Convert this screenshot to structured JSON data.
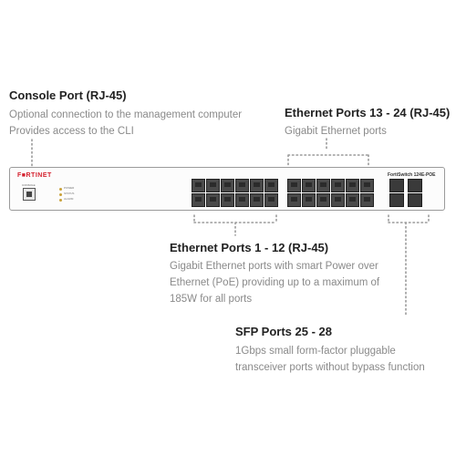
{
  "callouts": {
    "console": {
      "title": "Console Port (RJ-45)",
      "desc1": "Optional connection to the management computer",
      "desc2": "Provides access to the CLI"
    },
    "eth_13_24": {
      "title": "Ethernet Ports 13 - 24 (RJ-45)",
      "desc1": "Gigabit Ethernet ports"
    },
    "eth_1_12": {
      "title": "Ethernet Ports 1 - 12 (RJ-45)",
      "desc1": "Gigabit Ethernet ports with smart Power over",
      "desc2": "Ethernet (PoE) providing up to a maximum of",
      "desc3": "185W for all ports"
    },
    "sfp": {
      "title": "SFP Ports 25 - 28",
      "desc1": "1Gbps small form-factor pluggable",
      "desc2": "transceiver ports without bypass function"
    }
  },
  "device": {
    "brand": "F■RTINET",
    "model": "FortiSwitch 124E-POE",
    "console_label": "CONSOLE",
    "led_labels": [
      "POWER",
      "STATUS",
      "ALARM"
    ],
    "accent_color": "#d41f2c"
  }
}
